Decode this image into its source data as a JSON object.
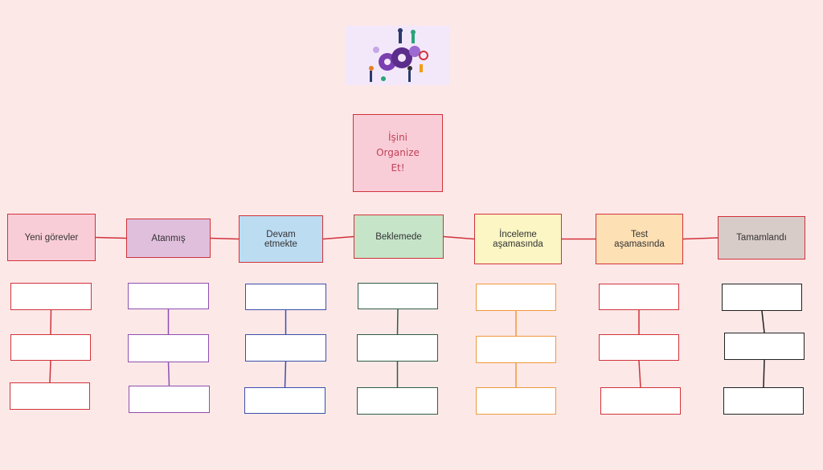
{
  "title": "İşini\nOrganize\nEt!",
  "columns": [
    {
      "label": "Yeni görevler",
      "fill": "#f9cdd7",
      "card_color": "#d0333a"
    },
    {
      "label": "Atanmış",
      "fill": "#e0bfdd",
      "card_color": "#8e4fb0"
    },
    {
      "label": "Devam\netmekte",
      "fill": "#bcdcf2",
      "card_color": "#3b4fa8"
    },
    {
      "label": "Beklemede",
      "fill": "#c5e4c8",
      "card_color": "#2e5d45"
    },
    {
      "label": "İnceleme\naşamasında",
      "fill": "#fbf6c4",
      "card_color": "#ef9a3c"
    },
    {
      "label": "Test\naşamasında",
      "fill": "#fde0b4",
      "card_color": "#d0333a"
    },
    {
      "label": "Tamamlandı",
      "fill": "#d8ccc9",
      "card_color": "#222222"
    }
  ],
  "connector_color": "#d0333a"
}
